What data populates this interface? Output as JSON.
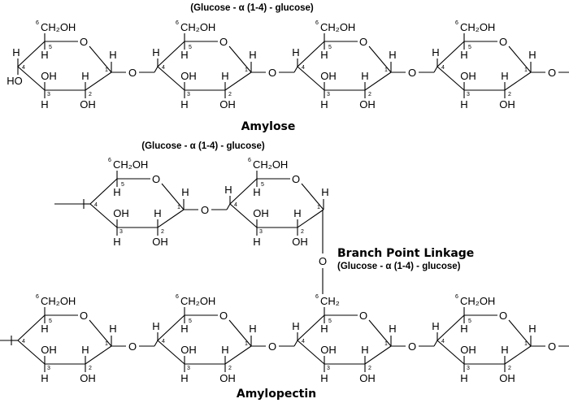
{
  "titles": {
    "amylose_linkage": "(Glucose - α (1-4) - glucose)",
    "amylose": "Amylose",
    "amylopectin_linkage": "(Glucose - α (1-4) - glucose)",
    "branch_point": "Branch Point Linkage",
    "branch_linkage": "(Glucose - α (1-4) - glucose)",
    "amylopectin": "Amylopectin"
  },
  "atoms": {
    "ch2oh": "CH₂OH",
    "ch2": "CH₂",
    "oh": "OH",
    "ho": "HO",
    "h": "H",
    "o": "O"
  },
  "carbon_numbers": [
    "1",
    "2",
    "3",
    "4",
    "5",
    "6"
  ]
}
